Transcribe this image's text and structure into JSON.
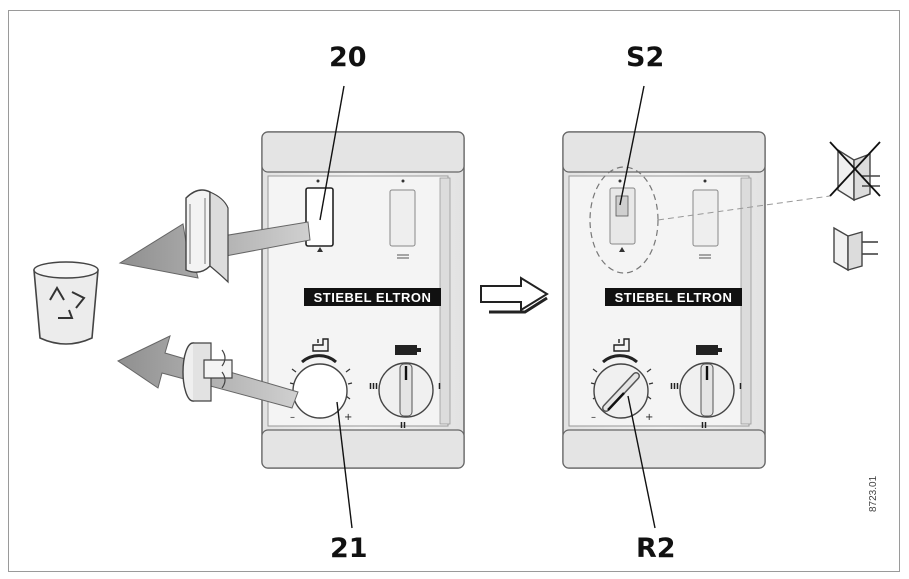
{
  "callouts": {
    "thermostat_cover": "20",
    "rotary_knob": "21",
    "switch": "S2",
    "potentiometer": "R2"
  },
  "brand_label": "STIEBEL ELTRON",
  "drawing_number": "8723.01",
  "dial_marks": {
    "min": "–",
    "max": "+",
    "stage_1": "I",
    "stage_2": "II",
    "stage_3": "III"
  },
  "colors": {
    "housing": "#e9e9e9",
    "panel": "#f3f3f3",
    "arrow": "#9a9a9a",
    "outline": "#777777"
  }
}
